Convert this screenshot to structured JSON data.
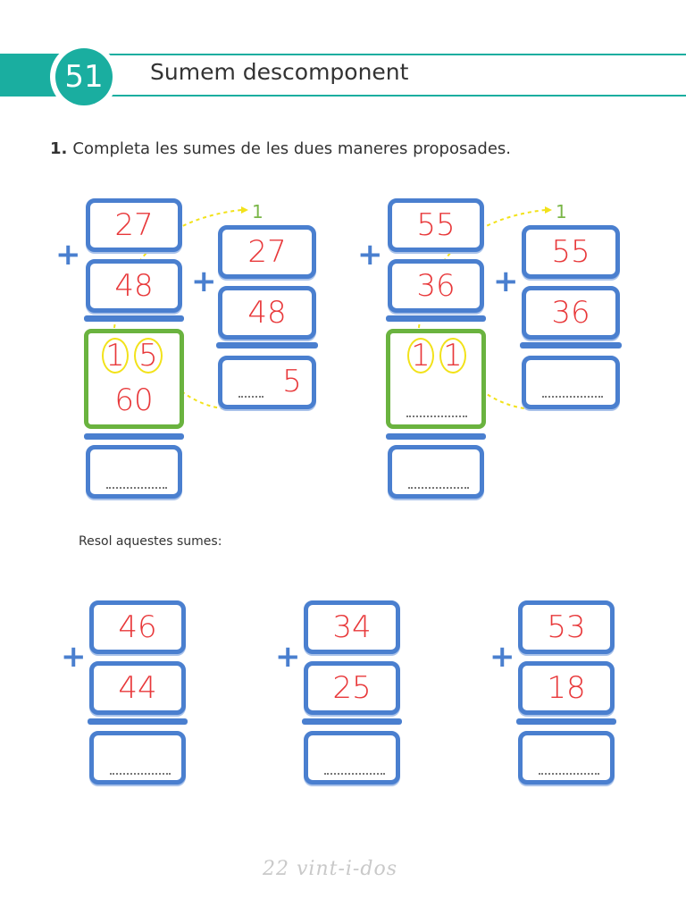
{
  "header": {
    "lesson_number": "51",
    "title": "Sumem descomponent"
  },
  "exercise": {
    "number": "1.",
    "instruction": "Completa les sumes de les dues maneres proposades."
  },
  "example_a": {
    "addend1": "27",
    "addend2": "48",
    "partial_units": "1",
    "partial_units2": "5",
    "partial_tens": "60",
    "compact_addend1": "27",
    "compact_addend2": "48",
    "compact_result_units": "5",
    "carry": "1"
  },
  "example_b": {
    "addend1": "55",
    "addend2": "36",
    "partial_units": "1",
    "partial_units2": "1",
    "compact_addend1": "55",
    "compact_addend2": "36",
    "carry": "1"
  },
  "resol_label": "Resol aquestes sumes:",
  "sums": [
    {
      "a": "46",
      "b": "44"
    },
    {
      "a": "34",
      "b": "25"
    },
    {
      "a": "53",
      "b": "18"
    }
  ],
  "footer": "22 vint-i-dos",
  "colors": {
    "teal": "#1aaea0",
    "blue": "#4a7fcf",
    "green": "#6ab33f",
    "red": "#e8383a",
    "yellow": "#f2e21a"
  }
}
